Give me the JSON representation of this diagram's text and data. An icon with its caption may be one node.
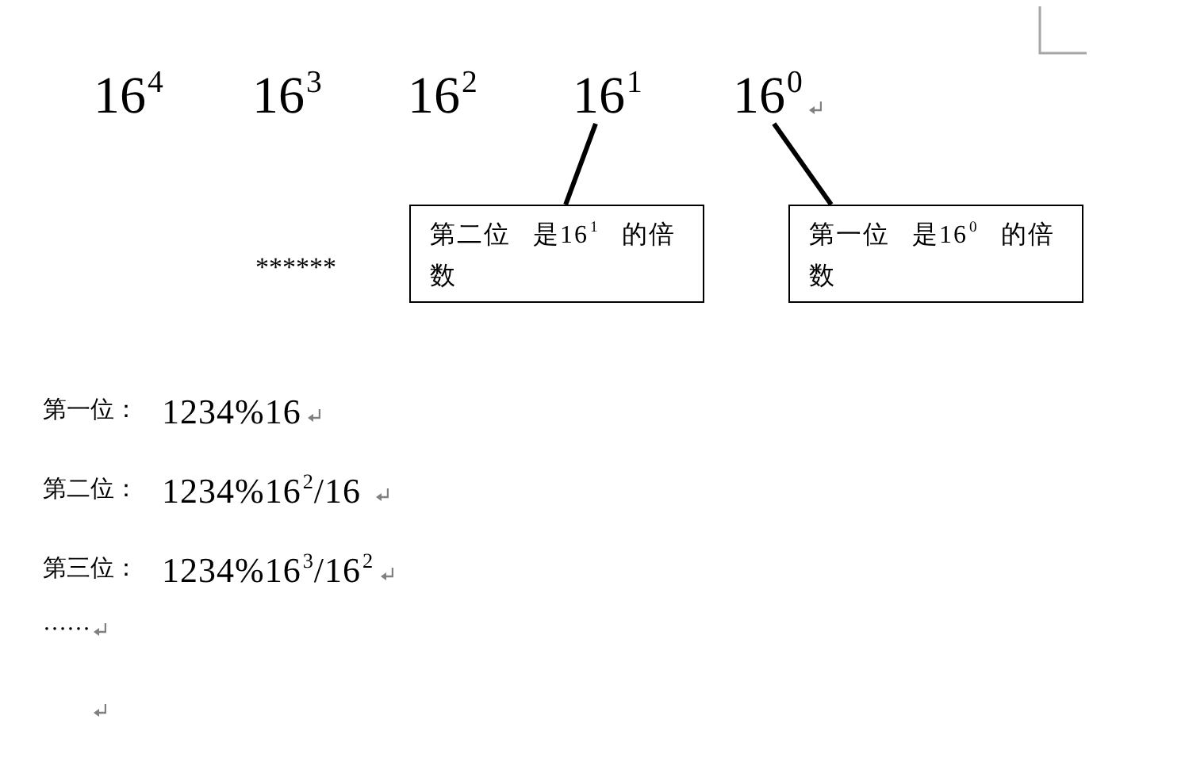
{
  "diagram": {
    "nodes": [
      {
        "text": [
          "16$^{1}$"
        ]
      },
      {
        "text": [
          "16$^{0}$"
        ]
      },
      {
        "text": [
          "第二位 是16$^{1}$ 的倍数"
        ]
      },
      {
        "text": [
          "第一位 是16$^{0}$ 的倍数"
        ]
      }
    ],
    "edges": [
      {
        "from": 0,
        "to": 2,
        "arrow": "none"
      },
      {
        "from": 1,
        "to": 3,
        "arrow": "none"
      }
    ],
    "labels": [
      "16$^{4}$",
      "16$^{3}$",
      "16$^{2}$",
      "******",
      "第一位：",
      "1234%16",
      "第二位：",
      "1234%16$^{2}$/16",
      "第三位：",
      "1234%16$^{3}$/16$^{2}$",
      "……"
    ]
  }
}
